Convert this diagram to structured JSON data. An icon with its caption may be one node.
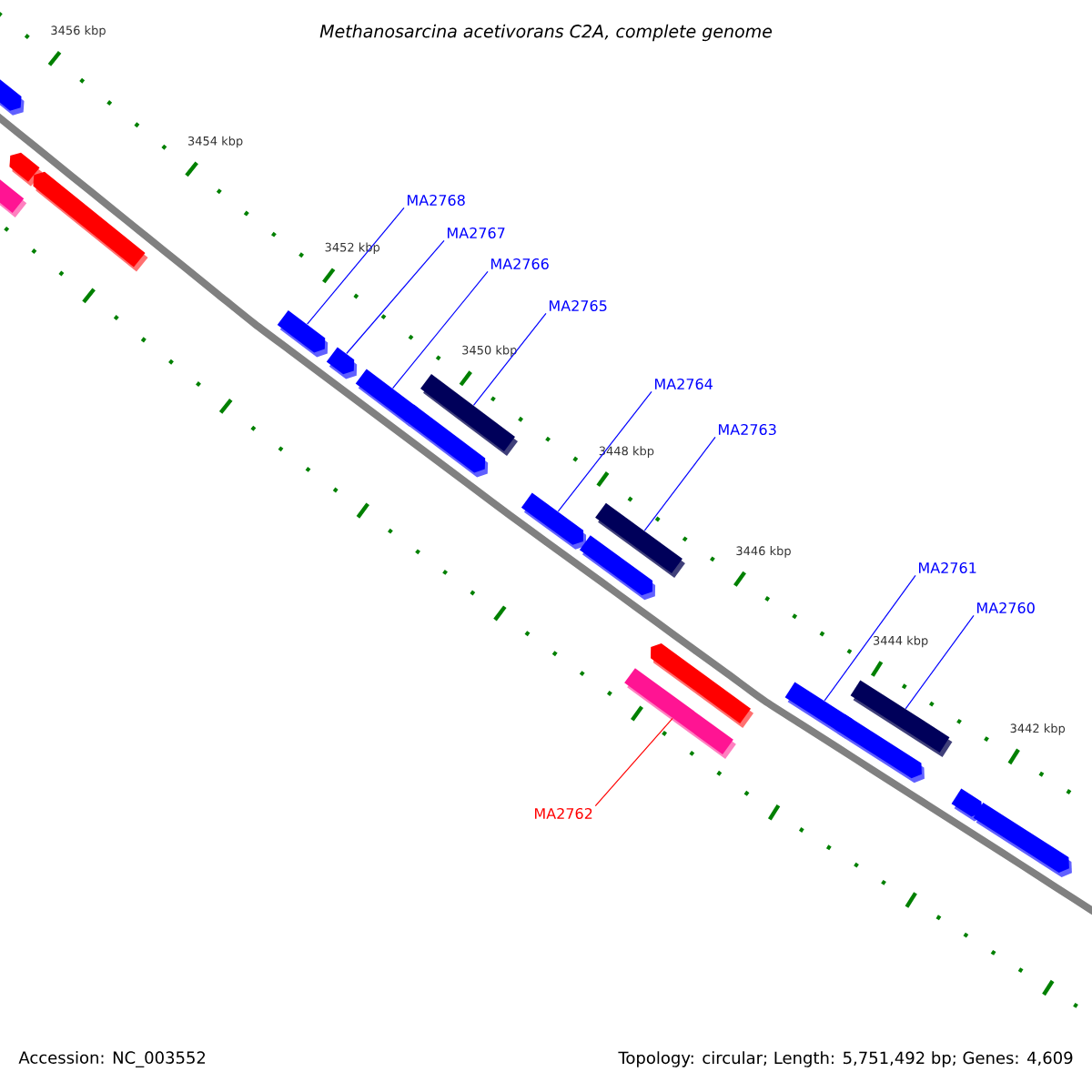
{
  "diagram": {
    "title": "Methanosarcina acetivorans C2A, complete genome",
    "nodes": [
      {
        "text": [
          "MA2768"
        ]
      },
      {
        "text": [
          "MA2767"
        ]
      },
      {
        "text": [
          "MA2766"
        ]
      },
      {
        "text": [
          "MA2765"
        ]
      },
      {
        "text": [
          "MA2764"
        ]
      },
      {
        "text": [
          "MA2763"
        ]
      },
      {
        "text": [
          "MA2761"
        ]
      },
      {
        "text": [
          "MA2760"
        ]
      },
      {
        "text": [
          "MA2762"
        ]
      },
      {
        "text": [],
        "shape": "bar"
      },
      {
        "text": [],
        "shape": "bar"
      },
      {
        "text": [],
        "shape": "bar"
      },
      {
        "text": [],
        "shape": "bar"
      },
      {
        "text": [],
        "shape": "bar"
      },
      {
        "text": [],
        "shape": "bar"
      },
      {
        "text": [],
        "shape": "bar"
      },
      {
        "text": [],
        "shape": "bar"
      },
      {
        "text": [],
        "shape": "bar"
      },
      {
        "text": [],
        "shape": "bar"
      },
      {
        "text": [],
        "shape": "bar"
      },
      {
        "text": [],
        "shape": "bar"
      },
      {
        "text": [],
        "shape": "bar"
      },
      {
        "text": [],
        "shape": "bar"
      },
      {
        "text": [],
        "shape": "bar"
      },
      {
        "text": [],
        "shape": "bar"
      },
      {
        "text": [],
        "shape": "bar"
      },
      {
        "text": [],
        "shape": "bar"
      },
      {
        "text": [],
        "shape": "bar"
      }
    ],
    "edges": [
      {
        "from": 0,
        "to": 13,
        "arrow": "none"
      },
      {
        "from": 1,
        "to": 14,
        "arrow": "none"
      },
      {
        "from": 2,
        "to": 15,
        "arrow": "none"
      },
      {
        "from": 3,
        "to": 17,
        "arrow": "none"
      },
      {
        "from": 4,
        "to": 18,
        "arrow": "none"
      },
      {
        "from": 5,
        "to": 20,
        "arrow": "none"
      },
      {
        "from": 6,
        "to": 23,
        "arrow": "none"
      },
      {
        "from": 7,
        "to": 25,
        "arrow": "none"
      },
      {
        "from": 8,
        "to": 21,
        "arrow": "none",
        "color": "#ff0000"
      }
    ],
    "labels": [
      "3456 kbp",
      "3454 kbp",
      "3452 kbp",
      "3450 kbp",
      "3448 kbp",
      "3446 kbp",
      "3444 kbp",
      "3442 kbp",
      "Accession: NC_003552",
      "Topology: circular; Length: 5,751,492 bp; Genes: 4,609"
    ]
  }
}
